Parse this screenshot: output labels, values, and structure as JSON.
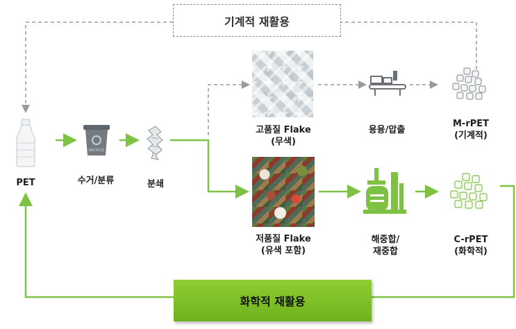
{
  "mechanical": {
    "title": "기계적 재활용"
  },
  "chemical": {
    "title": "화학적 재활용"
  },
  "nodes": {
    "pet": "PET",
    "collect": "수거/분류",
    "crush": "분쇄",
    "hq_flake_1": "고품질 Flake",
    "hq_flake_2": "(무색)",
    "lq_flake_1": "저품질 Flake",
    "lq_flake_2": "(유색 포함)",
    "melt": "용융/압출",
    "mrpet_1": "M-rPET",
    "mrpet_2": "(기계적)",
    "repoly_1": "해중합/",
    "repoly_2": "재중합",
    "crpet_1": "C-rPET",
    "crpet_2": "(화학적)"
  },
  "bin_text": "RECYCLE",
  "colors": {
    "green": "#7dc242",
    "gray_dash": "#9a9a9a",
    "chem_box": "#7cbf2a"
  }
}
